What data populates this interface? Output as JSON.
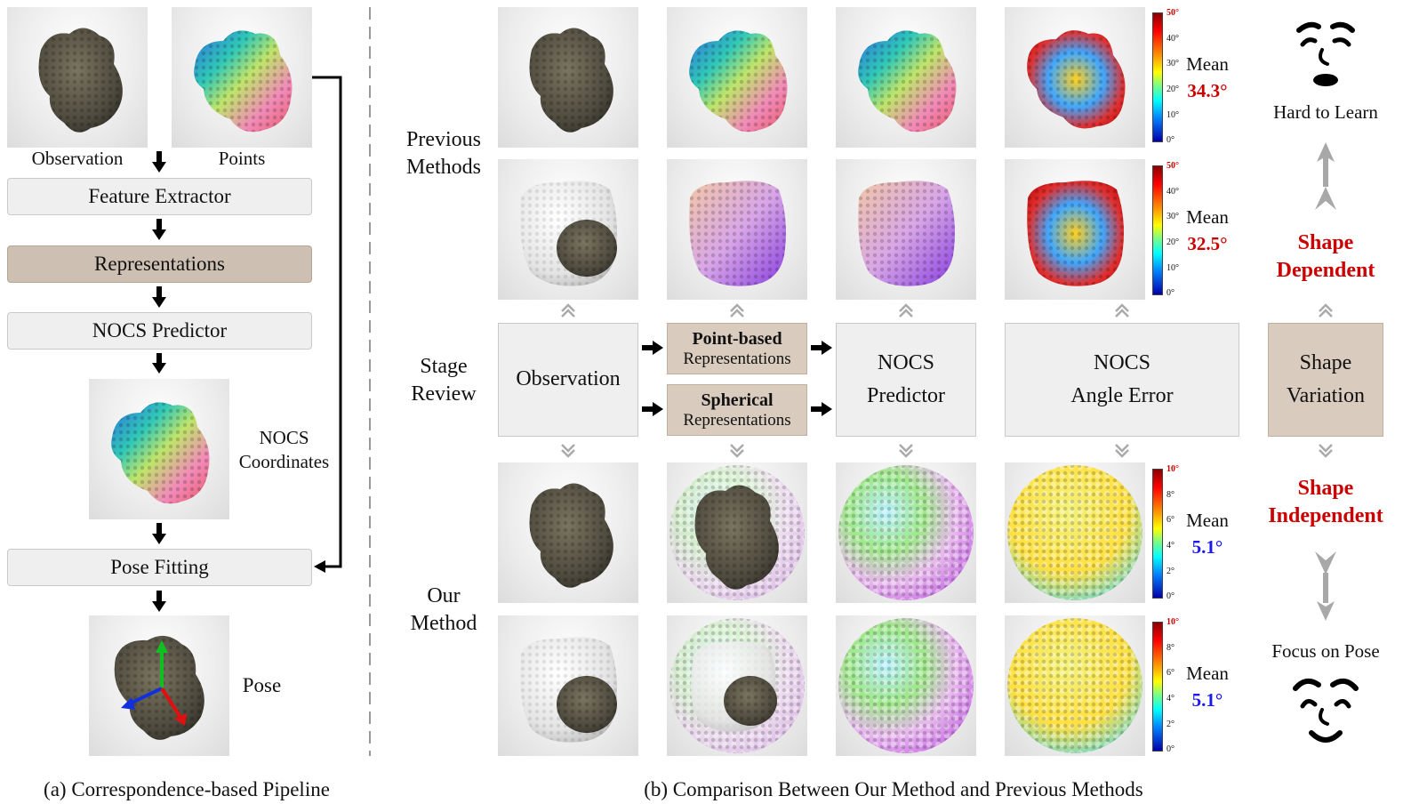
{
  "panel_a": {
    "caption": "(a) Correspondence-based Pipeline",
    "observation_label": "Observation",
    "points_label": "Points",
    "feature_extractor": "Feature Extractor",
    "representations": "Representations",
    "nocs_predictor": "NOCS Predictor",
    "nocs_coords_line1": "NOCS",
    "nocs_coords_line2": "Coordinates",
    "pose_fitting": "Pose Fitting",
    "pose_label": "Pose"
  },
  "panel_b": {
    "caption": "(b) Comparison Between Our Method and Previous Methods",
    "previous_line1": "Previous",
    "previous_line2": "Methods",
    "stage_line1": "Stage",
    "stage_line2": "Review",
    "our_line1": "Our",
    "our_line2": "Method",
    "observation": "Observation",
    "point_based_line1": "Point-based",
    "point_based_line2": "Representations",
    "spherical_line1": "Spherical",
    "spherical_line2": "Representations",
    "nocs_pred_line1": "NOCS",
    "nocs_pred_line2": "Predictor",
    "angle_err_line1": "NOCS",
    "angle_err_line2": "Angle Error",
    "shape_var_line1": "Shape",
    "shape_var_line2": "Variation",
    "mean_label": "Mean",
    "mean_values": [
      "34.3°",
      "32.5°",
      "5.1°",
      "5.1°"
    ],
    "colorbar_prev_ticks": [
      "50°",
      "40°",
      "30°",
      "20°",
      "10°",
      "0°"
    ],
    "colorbar_ours_ticks": [
      "10°",
      "8°",
      "6°",
      "4°",
      "2°",
      "0°"
    ],
    "hard_to_learn": "Hard to Learn",
    "shape_dependent_line1": "Shape",
    "shape_dependent_line2": "Dependent",
    "shape_independent_line1": "Shape",
    "shape_independent_line2": "Independent",
    "focus_on_pose": "Focus on Pose"
  },
  "colors": {
    "accent_red": "#cc0000",
    "accent_blue": "#1a1aee",
    "representation_box": "#cdc0b2",
    "process_box": "#efefef"
  }
}
